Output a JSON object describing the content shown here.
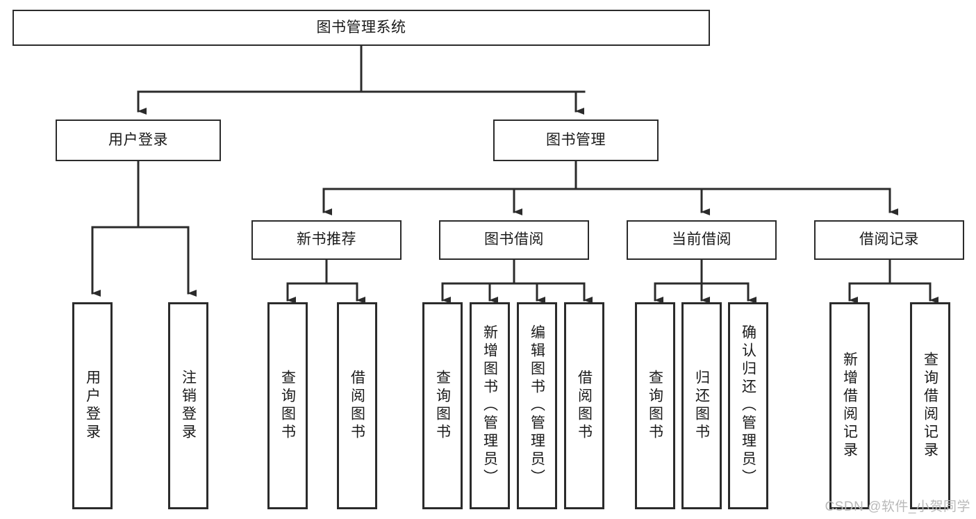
{
  "diagram": {
    "type": "hierarchy-tree",
    "title": "图书管理系统",
    "background_color": "#ffffff",
    "line_color": "#2b2b2b",
    "box_border_color": "#2b2b2b",
    "text_color": "#1a1a1a",
    "root": {
      "id": "root",
      "label": "图书管理系统",
      "orientation": "horizontal"
    },
    "level2": [
      {
        "id": "user-login",
        "label": "用户登录",
        "orientation": "horizontal"
      },
      {
        "id": "book-manage",
        "label": "图书管理",
        "orientation": "horizontal"
      }
    ],
    "level3": [
      {
        "id": "new-book-recommend",
        "label": "新书推荐",
        "orientation": "horizontal",
        "parent": "book-manage"
      },
      {
        "id": "book-borrow",
        "label": "图书借阅",
        "orientation": "horizontal",
        "parent": "book-manage"
      },
      {
        "id": "current-borrow",
        "label": "当前借阅",
        "orientation": "horizontal",
        "parent": "book-manage"
      },
      {
        "id": "borrow-record",
        "label": "借阅记录",
        "orientation": "horizontal",
        "parent": "book-manage"
      }
    ],
    "leaves": [
      {
        "id": "leaf-user-login",
        "label": "用户登录",
        "parent": "user-login",
        "orientation": "vertical"
      },
      {
        "id": "leaf-user-logout",
        "label": "注销登录",
        "parent": "user-login",
        "orientation": "vertical"
      },
      {
        "id": "leaf-query-book-1",
        "label": "查询图书",
        "parent": "new-book-recommend",
        "orientation": "vertical"
      },
      {
        "id": "leaf-borrow-book-1",
        "label": "借阅图书",
        "parent": "new-book-recommend",
        "orientation": "vertical"
      },
      {
        "id": "leaf-query-book-2",
        "label": "查询图书",
        "parent": "book-borrow",
        "orientation": "vertical"
      },
      {
        "id": "leaf-add-book",
        "label": "新增图书（管理员）",
        "parent": "book-borrow",
        "orientation": "vertical"
      },
      {
        "id": "leaf-edit-book",
        "label": "编辑图书（管理员）",
        "parent": "book-borrow",
        "orientation": "vertical"
      },
      {
        "id": "leaf-borrow-book-2",
        "label": "借阅图书",
        "parent": "book-borrow",
        "orientation": "vertical"
      },
      {
        "id": "leaf-query-book-3",
        "label": "查询图书",
        "parent": "current-borrow",
        "orientation": "vertical"
      },
      {
        "id": "leaf-return-book",
        "label": "归还图书",
        "parent": "current-borrow",
        "orientation": "vertical"
      },
      {
        "id": "leaf-confirm-return",
        "label": "确认归还（管理员）",
        "parent": "current-borrow",
        "orientation": "vertical"
      },
      {
        "id": "leaf-add-record",
        "label": "新增借阅记录",
        "parent": "borrow-record",
        "orientation": "vertical"
      },
      {
        "id": "leaf-query-record",
        "label": "查询借阅记录",
        "parent": "borrow-record",
        "orientation": "vertical"
      }
    ]
  },
  "watermark": {
    "text": "CSDN @软件_小贺同学"
  }
}
